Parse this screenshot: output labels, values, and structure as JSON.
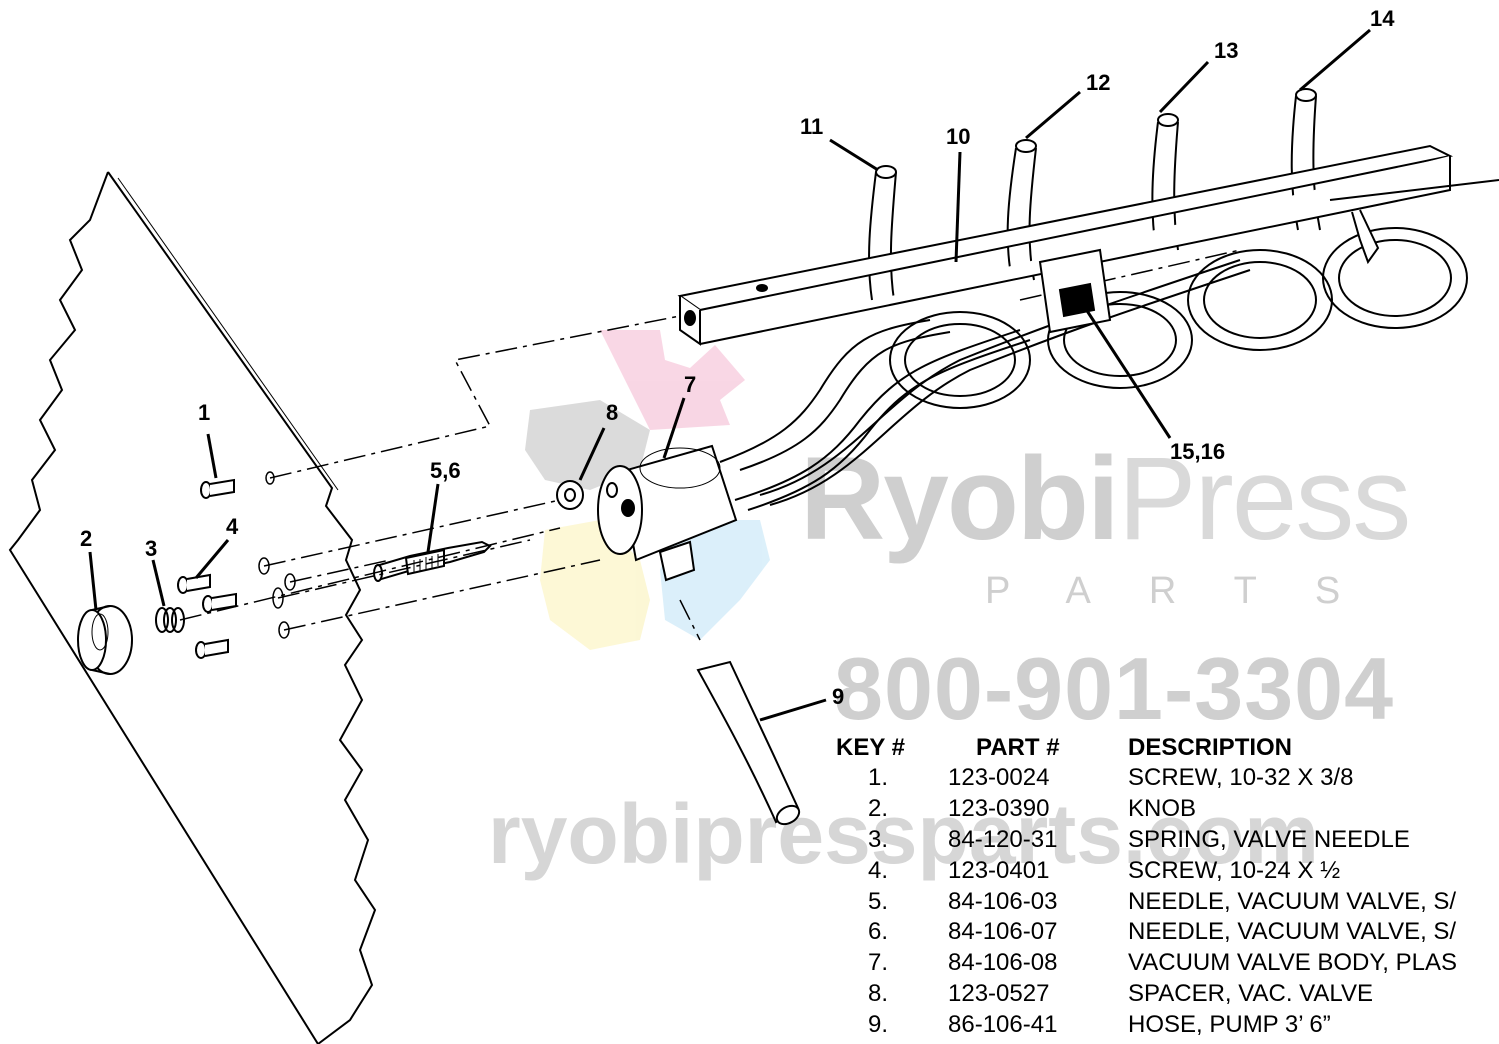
{
  "watermark": {
    "brand_bold": "Ryobi",
    "brand_light": "Press",
    "sub": "PARTS",
    "phone": "800-901-3304",
    "url": "ryobipressparts.com"
  },
  "callouts": [
    "1",
    "2",
    "3",
    "4",
    "5,6",
    "7",
    "8",
    "9",
    "10",
    "11",
    "12",
    "13",
    "14",
    "15,16"
  ],
  "table": {
    "headers": [
      "KEY #",
      "PART #",
      "DESCRIPTION"
    ],
    "rows": [
      [
        "1.",
        "123-0024",
        "SCREW, 10-32 X 3/8"
      ],
      [
        "2.",
        "123-0390",
        "KNOB"
      ],
      [
        "3.",
        "84-120-31",
        "SPRING, VALVE NEEDLE"
      ],
      [
        "4.",
        "123-0401",
        "SCREW, 10-24 X ½"
      ],
      [
        "5.",
        "84-106-03",
        "NEEDLE, VACUUM VALVE, S/"
      ],
      [
        "6.",
        "84-106-07",
        "NEEDLE, VACUUM VALVE, S/"
      ],
      [
        "7.",
        "84-106-08",
        "VACUUM VALVE BODY, PLAS"
      ],
      [
        "8.",
        "123-0527",
        "SPACER, VAC. VALVE"
      ],
      [
        "9.",
        "86-106-41",
        "HOSE, PUMP 3’ 6”"
      ]
    ]
  }
}
